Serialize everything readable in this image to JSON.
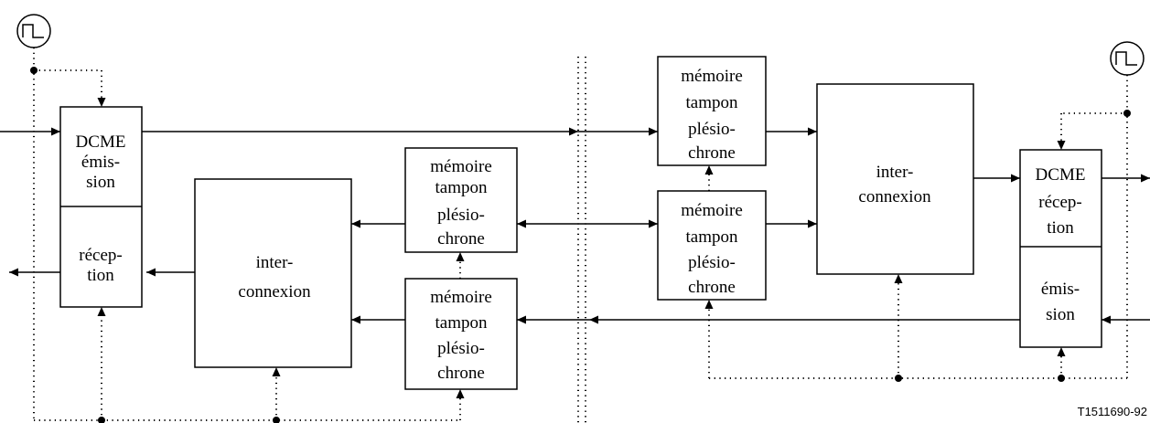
{
  "left_station": {
    "dcme": {
      "top_lines": [
        "DCME",
        "émis-",
        "sion"
      ],
      "bottom_lines": [
        "récep-",
        "tion"
      ]
    },
    "interconnexion": {
      "lines": [
        "inter-",
        "connexion"
      ]
    },
    "buffer_upper": {
      "lines": [
        "mémoire",
        "tampon",
        "plésio-",
        "chrone"
      ]
    },
    "buffer_lower": {
      "lines": [
        "mémoire",
        "tampon",
        "plésio-",
        "chrone"
      ]
    }
  },
  "right_station": {
    "buffer_upper": {
      "lines": [
        "mémoire",
        "tampon",
        "plésio-",
        "chrone"
      ]
    },
    "buffer_lower": {
      "lines": [
        "mémoire",
        "tampon",
        "plésio-",
        "chrone"
      ]
    },
    "interconnexion": {
      "lines": [
        "inter-",
        "connexion"
      ]
    },
    "dcme": {
      "top_lines": [
        "DCME",
        "récep-",
        "tion"
      ],
      "bottom_lines": [
        "émis-",
        "sion"
      ]
    }
  },
  "clock_icons": [
    "square-wave-clock-icon",
    "square-wave-clock-icon"
  ],
  "figure_reference": "T1511690-92"
}
